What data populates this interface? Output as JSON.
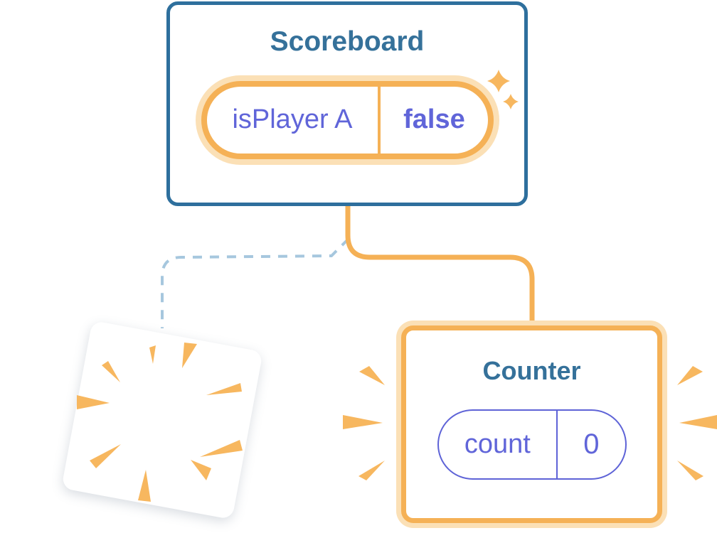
{
  "diagram": {
    "scoreboard": {
      "title": "Scoreboard",
      "state": {
        "key": "isPlayer A",
        "value": "false"
      }
    },
    "counter": {
      "title": "Counter",
      "state": {
        "key": "count",
        "value": "0"
      }
    }
  },
  "icons": {
    "sparkles": "two four-point stars",
    "poof_burst": "radial wedge burst on disappearing card",
    "emphasis_burst_left": "three wedges pointing at counter card",
    "emphasis_burst_right": "three wedges pointing at counter card"
  },
  "colors": {
    "blue_border": "#2E6F9D",
    "blue_text": "#35719A",
    "orange": "#F5B156",
    "orange_halo": "#FBE0B6",
    "burst_orange": "#F7B75F",
    "purple_text": "#6065D9",
    "purple_border": "#5E63D7",
    "dashed_line": "#A6C7DE",
    "background": "#FFFFFF",
    "card_background": "#FFFFFF"
  }
}
